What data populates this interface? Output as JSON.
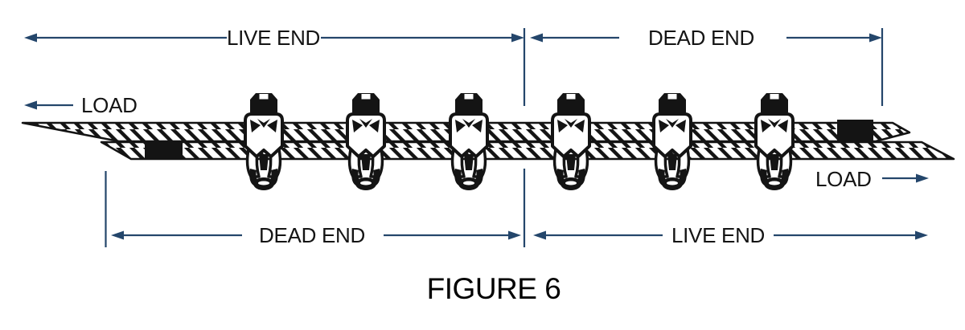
{
  "figure": {
    "caption": "FIGURE 6"
  },
  "dimension_labels": {
    "top_left": "LIVE END",
    "top_right": "DEAD END",
    "bottom_left": "DEAD END",
    "bottom_right": "LIVE END"
  },
  "load_labels": {
    "left": "LOAD",
    "right": "LOAD"
  },
  "diagram": {
    "clip_count": 6,
    "rope_count": 2,
    "seizing_band_count": 2,
    "clip_icon": "wire-rope-clip-icon",
    "rope_texture": "twisted-strand-hatch"
  },
  "colors": {
    "arrow": "#24466b",
    "ink": "#141414"
  }
}
